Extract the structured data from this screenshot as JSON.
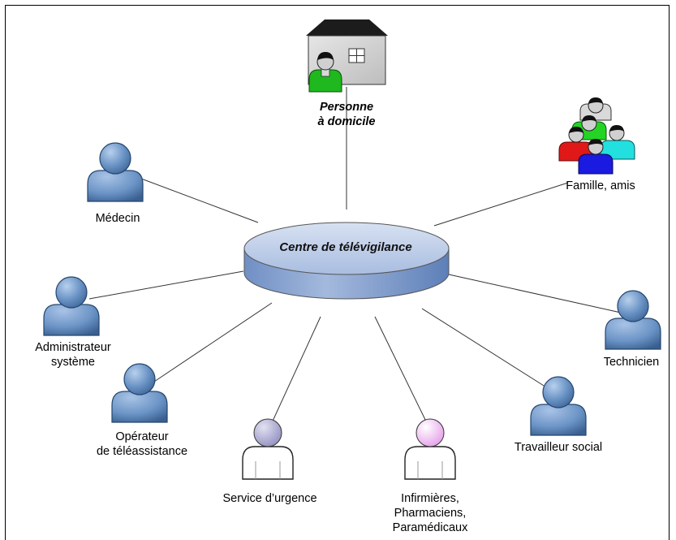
{
  "center": {
    "label": "Centre de télévigilance"
  },
  "home": {
    "label_line1": "Personne",
    "label_line2": "à domicile"
  },
  "actors": {
    "family": "Famille, amis",
    "doctor": "Médecin",
    "admin_line1": "Administrateur",
    "admin_line2": "système",
    "operator_line1": "Opérateur",
    "operator_line2": "de téléassistance",
    "emergency": "Service d’urgence",
    "nurses_line1": "Infirmières,",
    "nurses_line2": "Pharmaciens,",
    "nurses_line3": "Paramédicaux",
    "social_worker": "Travailleur social",
    "technician": "Technicien"
  },
  "colors": {
    "hub_top": "#c5d3ea",
    "hub_side": "#7f9ccc",
    "person_blue": "#6b94c6",
    "person_outline": "#25466e",
    "house_wall": "#d8d8d8",
    "roof": "#1c1c1c",
    "resident_shirt": "#1fb81f",
    "family_green": "#24d424",
    "family_red": "#e01818",
    "family_cyan": "#22e0e0",
    "family_blue": "#1a1ae0",
    "emergency_head": "#b7b5d6",
    "nurse_head": "#f0c8f2"
  },
  "icons": {
    "house": "house-icon",
    "person": "person-icon",
    "group": "group-icon"
  }
}
